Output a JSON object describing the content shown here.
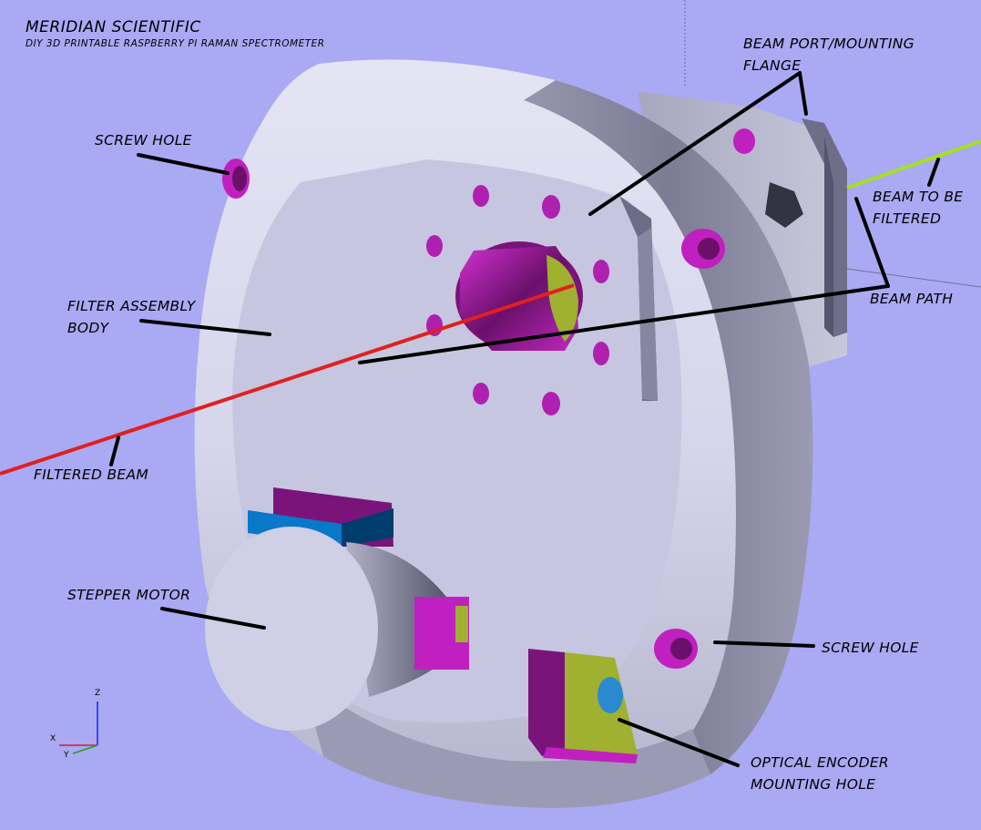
{
  "title": {
    "company": "MERIDIAN SCIENTIFIC",
    "subtitle": "DIY 3D PRINTABLE RASPBERRY PI RAMAN SPECTROMETER"
  },
  "labels": {
    "screw_hole_top": "SCREW HOLE",
    "filter_body_line1": "FILTER ASSEMBLY",
    "filter_body_line2": "BODY",
    "filtered_beam": "FILTERED BEAM",
    "stepper_motor": "STEPPER MOTOR",
    "beam_port_line1": "BEAM PORT/MOUNTING",
    "beam_port_line2": "FLANGE",
    "beam_to_be_line1": "BEAM TO BE",
    "beam_to_be_line2": "FILTERED",
    "beam_path": "BEAM PATH",
    "screw_hole_right": "SCREW HOLE",
    "encoder_line1": "OPTICAL ENCODER",
    "encoder_line2": "MOUNTING HOLE"
  },
  "axes": {
    "z": "Z",
    "x": "X",
    "y": "Y"
  },
  "colors": {
    "background": "#a9a9f4",
    "body_light": "#cfcfe6",
    "body_face": "#c4c4e0",
    "body_shadow": "#8c8ca6",
    "magenta": "#c020c0",
    "red_beam": "#e02020",
    "green_beam": "#a8e020",
    "blue_part": "#0a78c8",
    "olive": "#a0b030"
  }
}
